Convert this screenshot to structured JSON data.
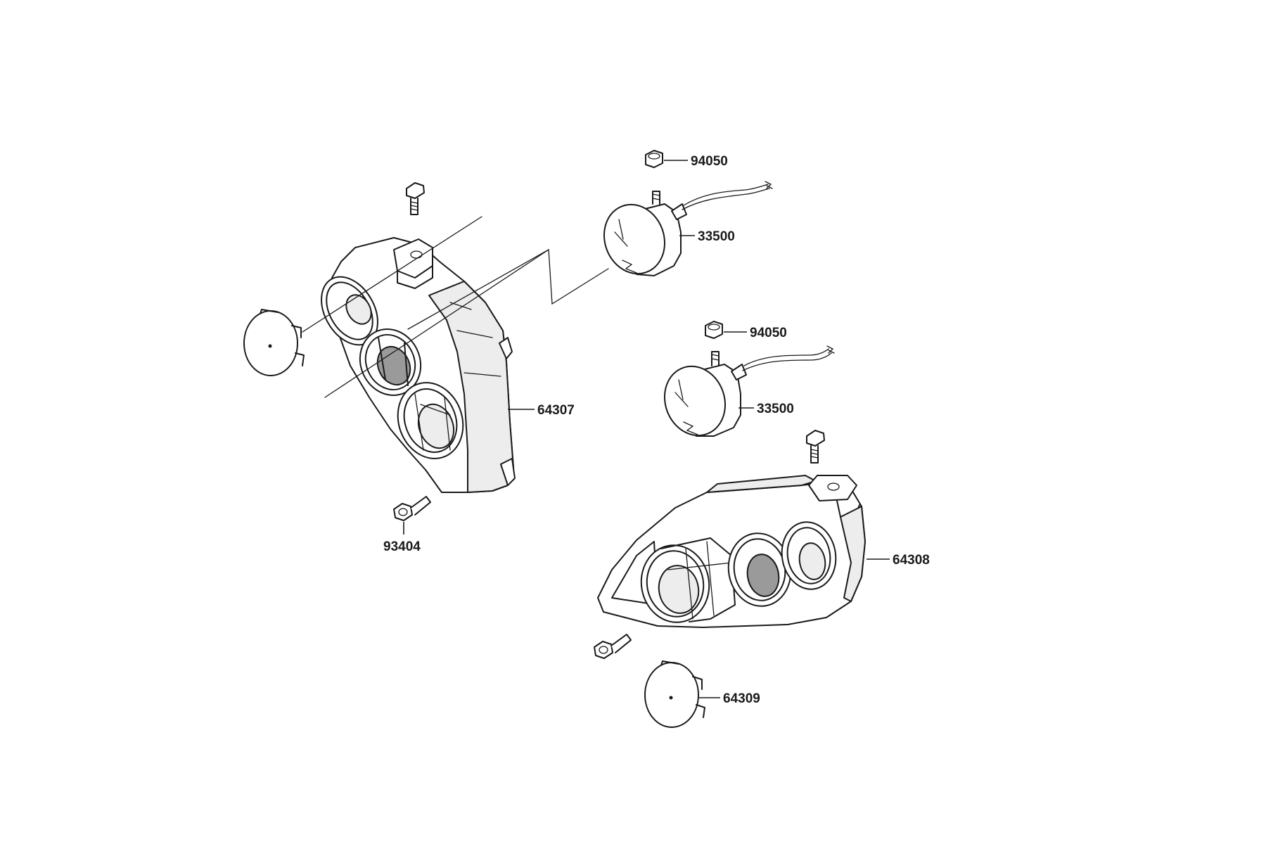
{
  "labels": {
    "nut_upper": "94050",
    "bulb_upper": "33500",
    "nut_lower": "94050",
    "bulb_lower": "33500",
    "housing_left": "64307",
    "bolt_left": "93404",
    "housing_right": "64308",
    "cap_right": "64309"
  }
}
